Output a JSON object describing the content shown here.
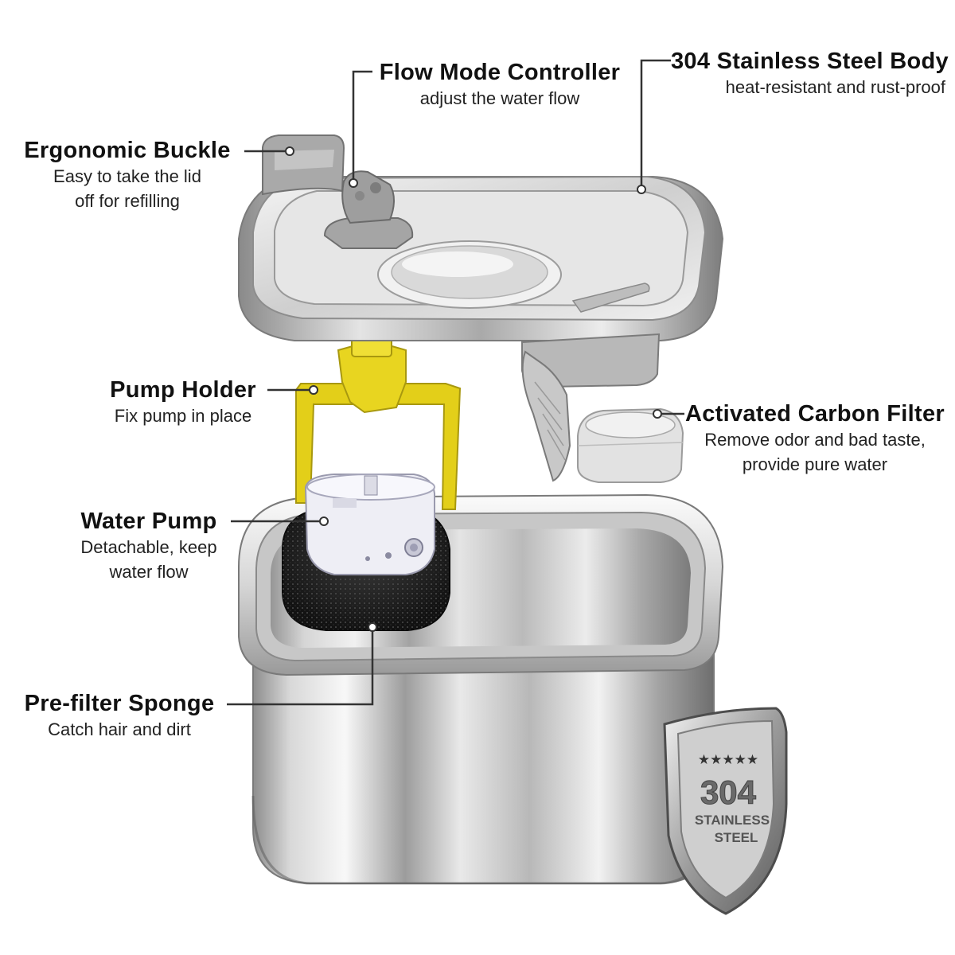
{
  "callouts": {
    "flow_mode": {
      "title": "Flow Mode Controller",
      "desc": "adjust the water flow"
    },
    "steel_body": {
      "title": "304 Stainless Steel Body",
      "desc": "heat-resistant and rust-proof"
    },
    "buckle": {
      "title": "Ergonomic Buckle",
      "desc_1": "Easy to take the lid",
      "desc_2": "off for refilling"
    },
    "pump_holder": {
      "title": "Pump Holder",
      "desc": "Fix pump in place"
    },
    "carbon_filter": {
      "title": "Activated Carbon Filter",
      "desc_1": "Remove odor and  bad taste,",
      "desc_2": "provide pure water"
    },
    "water_pump": {
      "title": "Water Pump",
      "desc_1": "Detachable, keep",
      "desc_2": "water flow"
    },
    "sponge": {
      "title": "Pre-filter Sponge",
      "desc": "Catch hair and dirt"
    }
  },
  "badge": {
    "stars": "★★★★★",
    "number": "304",
    "line1": "STAINLESS",
    "line2": "STEEL"
  },
  "colors": {
    "steel_light": "#f1f1f1",
    "steel_mid": "#b9b9b9",
    "steel_dark": "#6f6f6f",
    "holder_yellow": "#e6d21c",
    "filter_grey": "#d9d9d9",
    "sponge_black": "#1e1e1e",
    "pump_white": "#eeeef4"
  }
}
